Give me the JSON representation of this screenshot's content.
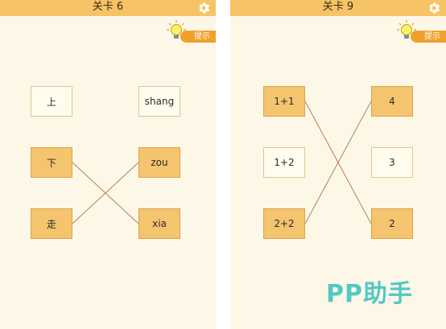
{
  "colors": {
    "topbar": "#f6c466",
    "background": "#fdf7e8",
    "card_idle": "#fffcee",
    "card_active": "#f4c46e",
    "line": "#b48155",
    "hint": "#f0a12b",
    "watermark": "#52c9c5"
  },
  "left_panel": {
    "title": "关卡 6",
    "hint_label": "提示",
    "settings_icon": "gear-icon",
    "hint_icon": "lightbulb-icon",
    "left_cards": [
      {
        "label": "上",
        "state": "idle"
      },
      {
        "label": "下",
        "state": "active"
      },
      {
        "label": "走",
        "state": "active"
      }
    ],
    "right_cards": [
      {
        "label": "shang",
        "state": "idle"
      },
      {
        "label": "zou",
        "state": "active"
      },
      {
        "label": "xia",
        "state": "active"
      }
    ],
    "connections": [
      {
        "from": 1,
        "to": 2
      },
      {
        "from": 2,
        "to": 1
      }
    ]
  },
  "right_panel": {
    "title": "关卡 9",
    "hint_label": "提示",
    "settings_icon": "gear-icon",
    "hint_icon": "lightbulb-icon",
    "left_cards": [
      {
        "label": "1+1",
        "state": "active"
      },
      {
        "label": "1+2",
        "state": "idle"
      },
      {
        "label": "2+2",
        "state": "active"
      }
    ],
    "right_cards": [
      {
        "label": "4",
        "state": "active"
      },
      {
        "label": "3",
        "state": "idle"
      },
      {
        "label": "2",
        "state": "active"
      }
    ],
    "connections": [
      {
        "from": 0,
        "to": 2
      },
      {
        "from": 2,
        "to": 0
      }
    ]
  },
  "watermark": "PP助手"
}
